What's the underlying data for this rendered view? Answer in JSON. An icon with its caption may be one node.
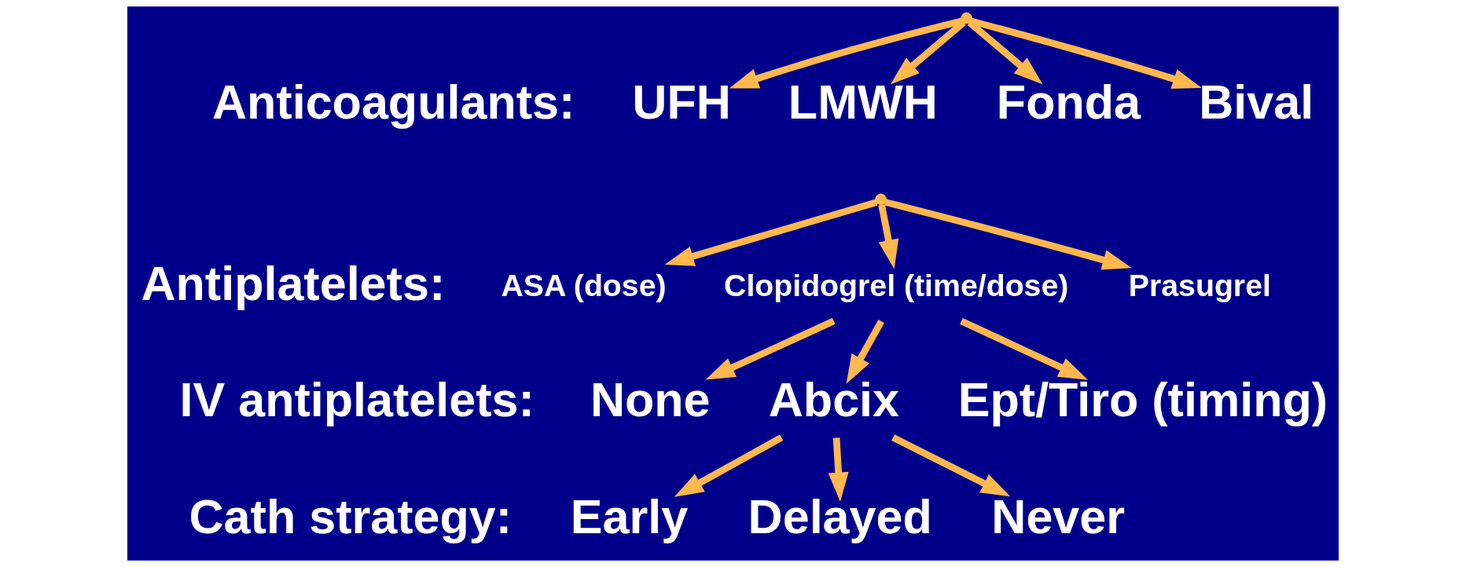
{
  "diagram": {
    "nodes": [
      {
        "text": [],
        "shape": "point"
      },
      {
        "text": [
          "UFH"
        ]
      },
      {
        "text": [
          "LMWH"
        ]
      },
      {
        "text": [
          "Fonda"
        ]
      },
      {
        "text": [
          "Bival"
        ]
      },
      {
        "text": [],
        "shape": "point"
      },
      {
        "text": [
          "ASA (dose)"
        ]
      },
      {
        "text": [
          "Clopidogrel (time/dose)"
        ]
      },
      {
        "text": [
          "Prasugrel"
        ]
      },
      {
        "text": [
          "None"
        ]
      },
      {
        "text": [
          "Abcix"
        ]
      },
      {
        "text": [
          "Ept/Tiro (timing)"
        ]
      },
      {
        "text": [
          "Early"
        ]
      },
      {
        "text": [
          "Delayed"
        ]
      },
      {
        "text": [
          "Never"
        ]
      }
    ],
    "edges": [
      {
        "from": 0,
        "to": 1,
        "arrow": "to"
      },
      {
        "from": 0,
        "to": 2,
        "arrow": "to"
      },
      {
        "from": 0,
        "to": 3,
        "arrow": "to"
      },
      {
        "from": 0,
        "to": 4,
        "arrow": "to"
      },
      {
        "from": 5,
        "to": 6,
        "arrow": "to"
      },
      {
        "from": 5,
        "to": 7,
        "arrow": "to"
      },
      {
        "from": 5,
        "to": 8,
        "arrow": "to"
      },
      {
        "from": 7,
        "to": 9,
        "arrow": "to"
      },
      {
        "from": 7,
        "to": 10,
        "arrow": "to"
      },
      {
        "from": 7,
        "to": 11,
        "arrow": "to"
      },
      {
        "from": 10,
        "to": 12,
        "arrow": "to"
      },
      {
        "from": 10,
        "to": 13,
        "arrow": "to"
      },
      {
        "from": 10,
        "to": 14,
        "arrow": "to"
      }
    ],
    "labels": [
      "Anticoagulants:",
      "Antiplatelets:",
      "IV antiplatelets:",
      "Cath strategy:"
    ]
  }
}
